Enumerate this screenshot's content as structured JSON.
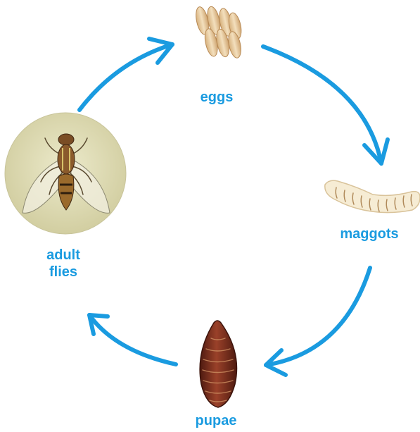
{
  "diagram": {
    "type": "life-cycle",
    "stages": [
      {
        "id": "eggs",
        "label": "eggs",
        "icon": "eggs-icon"
      },
      {
        "id": "maggots",
        "label": "maggots",
        "icon": "maggot-icon"
      },
      {
        "id": "pupae",
        "label": "pupae",
        "icon": "pupa-icon"
      },
      {
        "id": "adult",
        "label_line1": "adult",
        "label_line2": "flies",
        "icon": "adult-fly-icon"
      }
    ],
    "arrows": [
      {
        "from": "eggs",
        "to": "maggots"
      },
      {
        "from": "maggots",
        "to": "pupae"
      },
      {
        "from": "pupae",
        "to": "adult"
      },
      {
        "from": "adult",
        "to": "eggs"
      }
    ]
  },
  "colors": {
    "arrow": "#1a9be0",
    "label": "#1a9be0",
    "egg_fill": "#e8c99a",
    "maggot_fill": "#f6ecd4",
    "pupa_fill": "#7a2e1c",
    "adult_background": "#dfdcb6"
  }
}
